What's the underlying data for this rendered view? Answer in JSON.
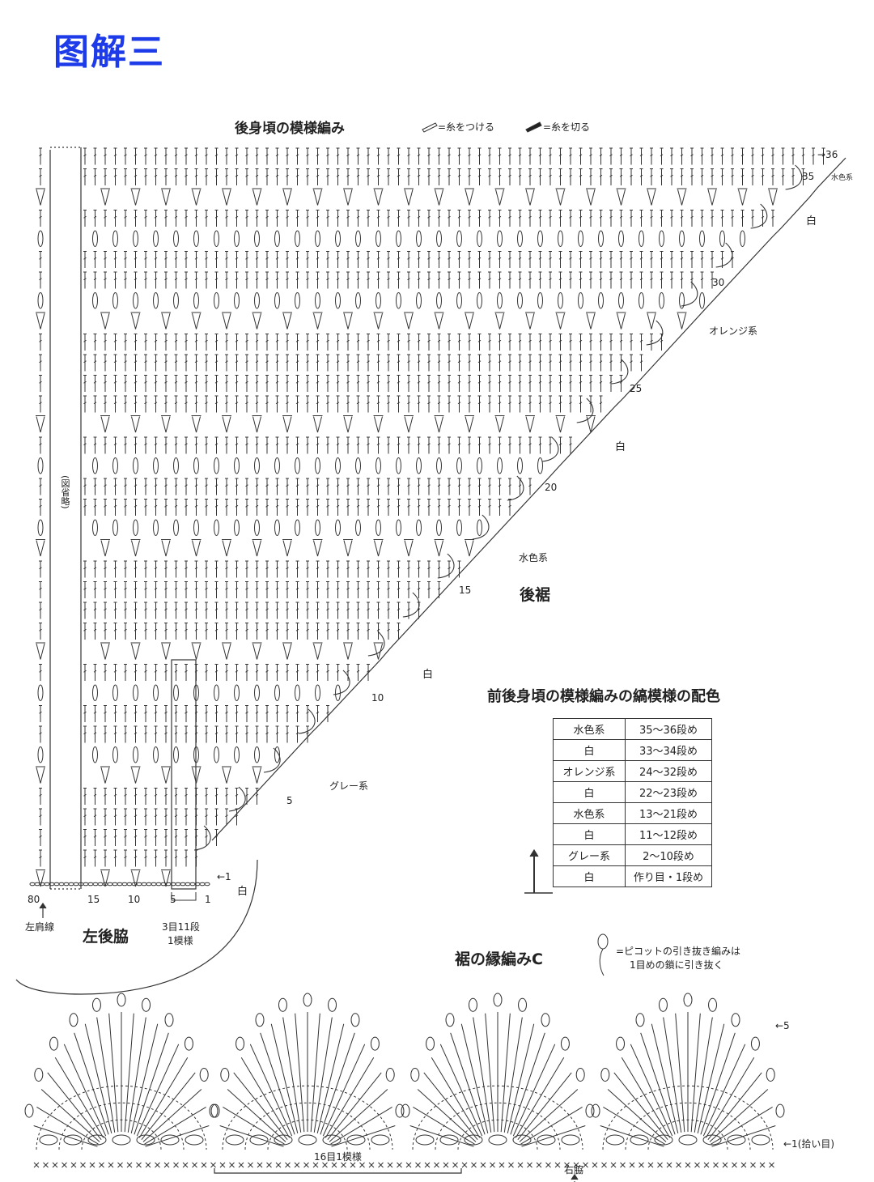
{
  "page_title": "图解三",
  "back_pattern": {
    "title": "後身頃の模様編み",
    "legend_attach": "=糸をつける",
    "legend_cut": "=糸を切る",
    "omitted_label": "(図省略)",
    "left_shoulder_line": "左肩線",
    "left_back_side": "左後脇",
    "repeat_note_line1": "3目11段",
    "repeat_note_line2": "1模様",
    "hem_label": "後裾",
    "row_arrow_label": "←1",
    "top_row_label": "→36",
    "stitch_numbers": [
      "80",
      "15",
      "10",
      "5",
      "1"
    ],
    "row_numbers": [
      "35",
      "30",
      "25",
      "20",
      "15",
      "10",
      "5"
    ],
    "color_labels": [
      "水色系",
      "白",
      "オレンジ系",
      "白",
      "水色系",
      "白",
      "グレー系",
      "白"
    ]
  },
  "stripe_table": {
    "title": "前後身頃の模様編みの縞模様の配色",
    "rows": [
      {
        "color": "水色系",
        "rows": "35〜36段め"
      },
      {
        "color": "白",
        "rows": "33〜34段め"
      },
      {
        "color": "オレンジ系",
        "rows": "24〜32段め"
      },
      {
        "color": "白",
        "rows": "22〜23段め"
      },
      {
        "color": "水色系",
        "rows": "13〜21段め"
      },
      {
        "color": "白",
        "rows": "11〜12段め"
      },
      {
        "color": "グレー系",
        "rows": "2〜10段め"
      },
      {
        "color": "白",
        "rows": "作り目・1段め"
      }
    ]
  },
  "edging": {
    "title": "裾の縁編みC",
    "picot_note_line1": "=ピコットの引き抜き編みは",
    "picot_note_line2": "1目めの鎖に引き抜く",
    "row5_label": "←5",
    "row1_label": "←1(拾い目)",
    "repeat_label": "16目1模様",
    "side_label": "右脇"
  },
  "colors": {
    "title_blue": "#1d3be8",
    "ink": "#222222"
  }
}
